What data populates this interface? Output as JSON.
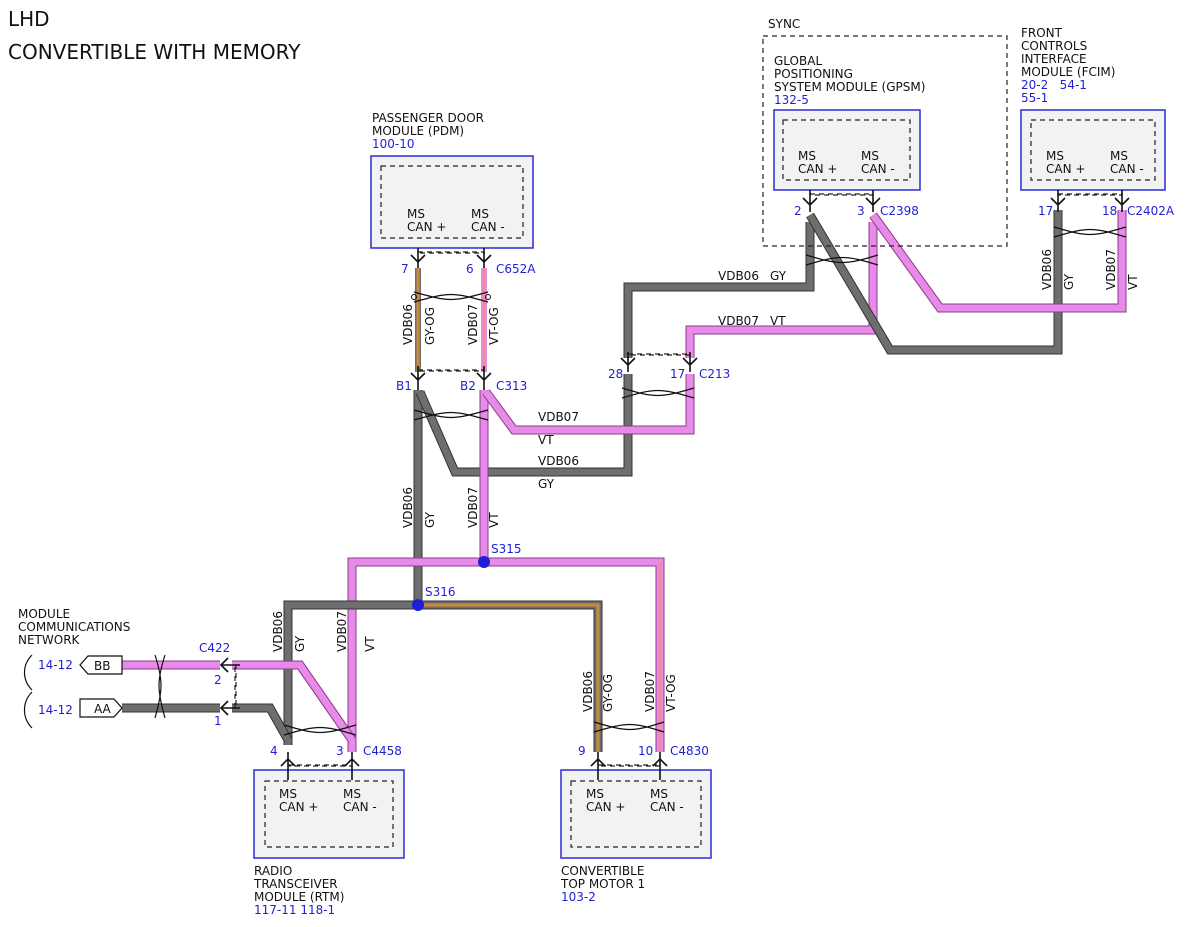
{
  "title": {
    "line1": "LHD",
    "line2": "CONVERTIBLE WITH MEMORY"
  },
  "sync_label": "SYNC",
  "modules": {
    "pdm": {
      "name": [
        "PASSENGER DOOR",
        "MODULE (PDM)"
      ],
      "ref": "100-10",
      "pin_a": [
        "MS",
        "CAN +"
      ],
      "pin_b": [
        "MS",
        "CAN -"
      ]
    },
    "gpsm": {
      "name": [
        "GLOBAL",
        "POSITIONING",
        "SYSTEM MODULE (GPSM)"
      ],
      "ref": "132-5",
      "pin_a": [
        "MS",
        "CAN +"
      ],
      "pin_b": [
        "MS",
        "CAN -"
      ]
    },
    "fcim": {
      "name": [
        "FRONT",
        "CONTROLS",
        "INTERFACE",
        "MODULE (FCIM)"
      ],
      "ref_line1": "20-2   54-1",
      "ref_line2": "55-1",
      "pin_a": [
        "MS",
        "CAN +"
      ],
      "pin_b": [
        "MS",
        "CAN -"
      ]
    },
    "rtm": {
      "name": [
        "RADIO",
        "TRANSCEIVER",
        "MODULE (RTM)"
      ],
      "ref": "117-11 118-1",
      "pin_a": [
        "MS",
        "CAN +"
      ],
      "pin_b": [
        "MS",
        "CAN -"
      ]
    },
    "ctm": {
      "name": [
        "CONVERTIBLE",
        "TOP MOTOR 1"
      ],
      "ref": "103-2",
      "pin_a": [
        "MS",
        "CAN +"
      ],
      "pin_b": [
        "MS",
        "CAN -"
      ]
    }
  },
  "connectors": {
    "c652a": {
      "name": "C652A",
      "pin_a": "7",
      "pin_b": "6"
    },
    "c313": {
      "name": "C313",
      "pin_a": "B1",
      "pin_b": "B2"
    },
    "c213": {
      "name": "C213",
      "pin_a": "28",
      "pin_b": "17"
    },
    "c2398": {
      "name": "C2398",
      "pin_a": "2",
      "pin_b": "3"
    },
    "c2402a": {
      "name": "C2402A",
      "pin_a": "17",
      "pin_b": "18"
    },
    "c422": {
      "name": "C422",
      "pin_a": "2",
      "pin_b": "1"
    },
    "c4458": {
      "name": "C4458",
      "pin_a": "4",
      "pin_b": "3"
    },
    "c4830": {
      "name": "C4830",
      "pin_a": "9",
      "pin_b": "10"
    }
  },
  "splices": {
    "s315": "S315",
    "s316": "S316"
  },
  "circuits": {
    "vdb06": "VDB06",
    "vdb07": "VDB07"
  },
  "wire_colors": {
    "gy": "GY",
    "vt": "VT",
    "gy_og": "GY-OG",
    "vt_og": "VT-OG"
  },
  "network": {
    "label": [
      "MODULE",
      "COMMUNICATIONS",
      "NETWORK"
    ],
    "bb": "BB",
    "aa": "AA",
    "bb_ref": "14-12",
    "aa_ref": "14-12"
  },
  "colors": {
    "gy": "#6e6e6e",
    "vt": "#e88ae8",
    "og": "#c98a3a",
    "module_border": "#2b2bd6",
    "ref_text": "#1f1fd6",
    "splice": "#1f1fd6"
  }
}
